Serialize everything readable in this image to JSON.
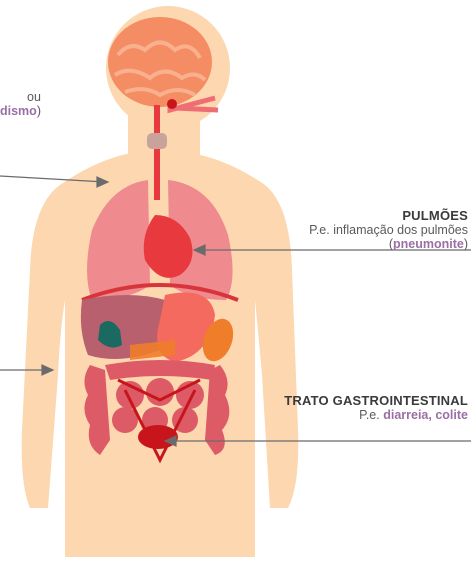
{
  "colors": {
    "skin": "#fcd7b0",
    "brain": "#f48d64",
    "brain_fold": "#f9b08e",
    "lungs": "#ef8a8f",
    "heart": "#e8393e",
    "liver": "#b9606e",
    "stomach": "#f46a5e",
    "intestine": "#dd5b66",
    "highlight": "#9b6fa5",
    "arrow": "#6b6b6b"
  },
  "labels": {
    "left_top": {
      "line1_end": "ou",
      "term_fragment": "dismo",
      "close_paren": ")"
    },
    "lungs": {
      "title": "PULMÕES",
      "line2": "P.e. inflamação dos pulmões",
      "open_paren": "(",
      "term": "pneumonite",
      "close_paren": ")"
    },
    "gi": {
      "title": "TRATO GASTROINTESTINAL",
      "prefix": "P.e. ",
      "term1": "diarreia",
      "separator": ", ",
      "term2": "colite"
    }
  }
}
